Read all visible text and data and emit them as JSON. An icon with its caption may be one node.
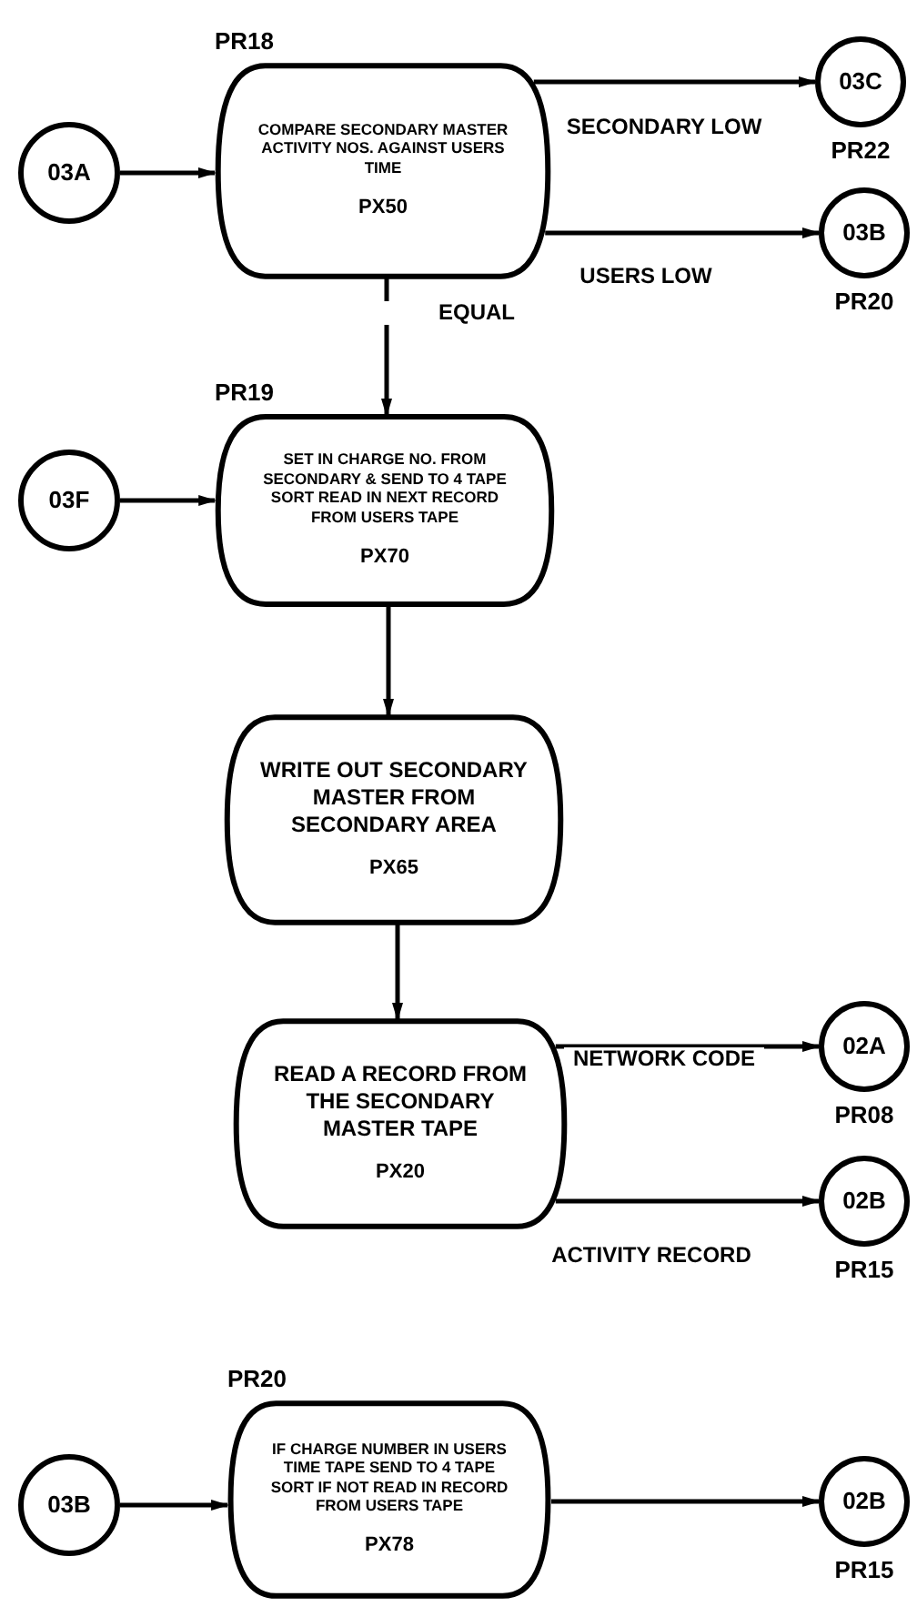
{
  "diagram": {
    "nodes": [
      {
        "text": [
          "PR18",
          "COMPARE SECONDARY MASTER ACTIVITY NOS. AGAINST USERS TIME",
          "PX50"
        ]
      },
      {
        "text": [
          "03A"
        ]
      },
      {
        "text": [
          "03C"
        ],
        "beside": [
          "PR22"
        ]
      },
      {
        "text": [
          "03B"
        ],
        "beside": [
          "PR20"
        ]
      },
      {
        "text": [
          "PR19",
          "SET IN CHARGE NO. FROM SECONDARY & SEND TO 4 TAPE SORT READ IN NEXT RECORD FROM USERS TAPE",
          "PX70"
        ]
      },
      {
        "text": [
          "03F"
        ]
      },
      {
        "text": [
          "WRITE OUT SECONDARY MASTER FROM SECONDARY AREA",
          "PX65"
        ]
      },
      {
        "text": [
          "READ A RECORD FROM THE SECONDARY MASTER TAPE",
          "PX20"
        ]
      },
      {
        "text": [
          "02A"
        ],
        "beside": [
          "PR08"
        ]
      },
      {
        "text": [
          "02B"
        ],
        "beside": [
          "PR15"
        ]
      },
      {
        "text": [
          "PR20",
          "IF CHARGE NUMBER IN USERS TIME TAPE SEND TO 4 TAPE SORT IF NOT READ IN RECORD FROM USERS TAPE",
          "PX78"
        ]
      },
      {
        "text": [
          "03B"
        ]
      },
      {
        "text": [
          "02B"
        ],
        "beside": [
          "PR15"
        ]
      }
    ],
    "edges": [
      {
        "from": 1,
        "to": 0,
        "arrow": "to"
      },
      {
        "from": 0,
        "to": 2,
        "arrow": "to",
        "label": "SECONDARY LOW"
      },
      {
        "from": 0,
        "to": 3,
        "arrow": "to",
        "label": "USERS LOW"
      },
      {
        "from": 0,
        "to": 4,
        "arrow": "to",
        "label": "EQUAL"
      },
      {
        "from": 5,
        "to": 4,
        "arrow": "to"
      },
      {
        "from": 4,
        "to": 6,
        "arrow": "to"
      },
      {
        "from": 6,
        "to": 7,
        "arrow": "to"
      },
      {
        "from": 7,
        "to": 8,
        "arrow": "to",
        "label": "NETWORK CODE"
      },
      {
        "from": 7,
        "to": 9,
        "arrow": "to",
        "label": "ACTIVITY RECORD"
      },
      {
        "from": 11,
        "to": 10,
        "arrow": "to"
      },
      {
        "from": 10,
        "to": 12,
        "arrow": "to"
      }
    ]
  }
}
